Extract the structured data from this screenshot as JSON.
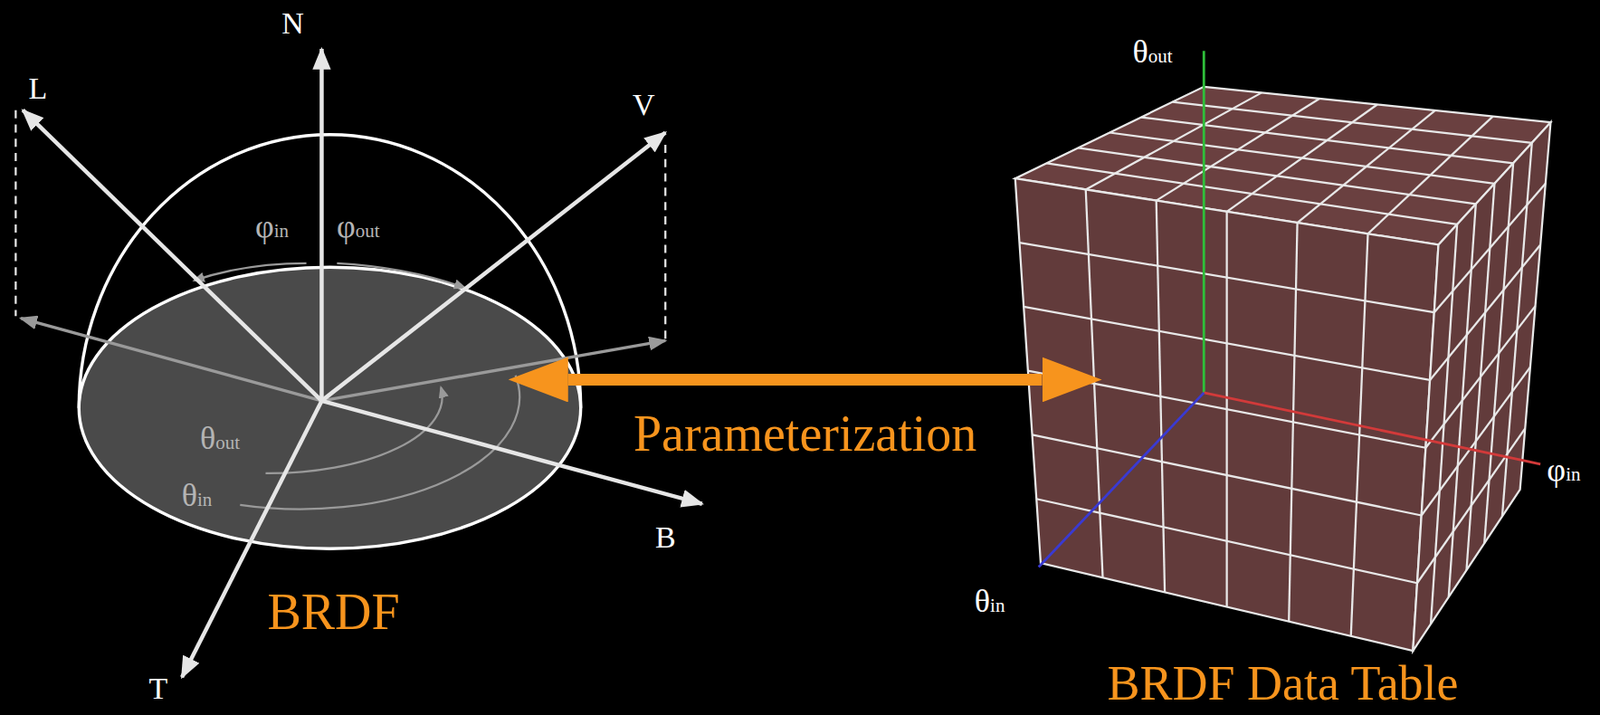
{
  "diagram": {
    "nodes": [
      {
        "text": [
          "BRDF"
        ]
      },
      {
        "text": [
          "BRDF Data Table"
        ]
      }
    ],
    "edges": [
      {
        "from": 0,
        "to": 1,
        "label": "Parameterization",
        "arrow": "both"
      }
    ],
    "labels": [
      "N",
      "L",
      "V",
      "φin",
      "φout",
      "θout",
      "θin",
      "B",
      "T",
      "θout",
      "θin",
      "φin"
    ]
  }
}
